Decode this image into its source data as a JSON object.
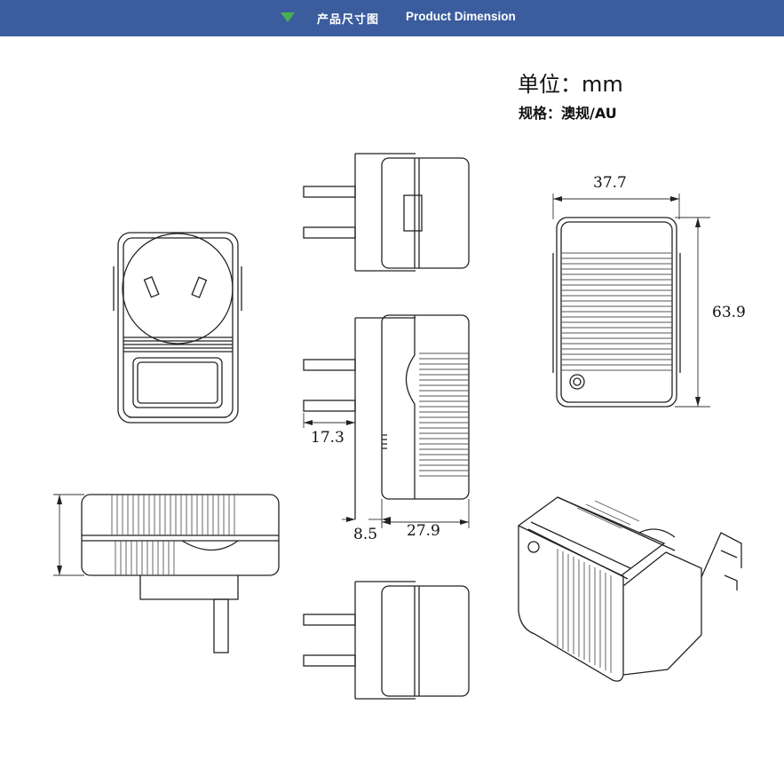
{
  "header": {
    "title_cn": "产品尺寸图",
    "title_en": "Product Dimension",
    "accent_color": "#3b5d9e",
    "marker_color": "#4caf50",
    "marker_icon": "triangle-down-icon"
  },
  "unit_label": "单位：mm",
  "spec_label": "规格：澳规/AU",
  "dimensions": {
    "width": "37.7",
    "height": "63.9",
    "pin_length": "17.3",
    "flange": "8.5",
    "depth": "27.9"
  }
}
